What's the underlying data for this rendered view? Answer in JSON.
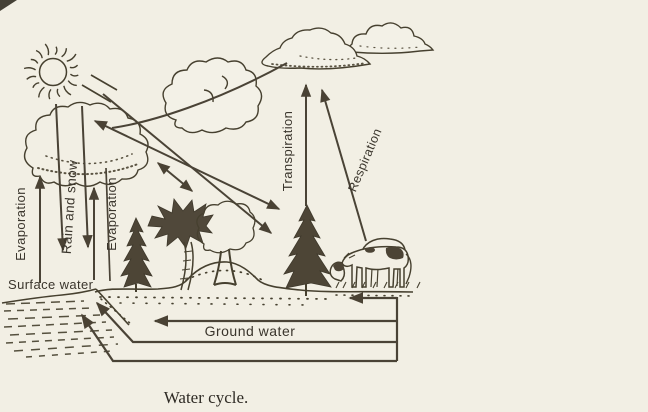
{
  "figure": {
    "caption": "Water cycle.",
    "labels": {
      "evaporation_left": "Evaporation",
      "rain_and_snow": "Rain and snow",
      "evaporation_right": "Evaporation",
      "transpiration": "Transpiration",
      "respiration": "Respiration",
      "surface_water": "Surface water",
      "ground_water": "Ground water"
    },
    "icons": [
      "sun-icon",
      "cloud-icon",
      "pine-tree-icon",
      "palm-tree-icon",
      "deciduous-tree-icon",
      "cattle-icon",
      "lake-icon",
      "arrow-icon"
    ],
    "colors": {
      "paper": "#f2efe4",
      "ink": "#46402f",
      "arrow_fill": "#4a4234",
      "text": "#35302a"
    }
  }
}
